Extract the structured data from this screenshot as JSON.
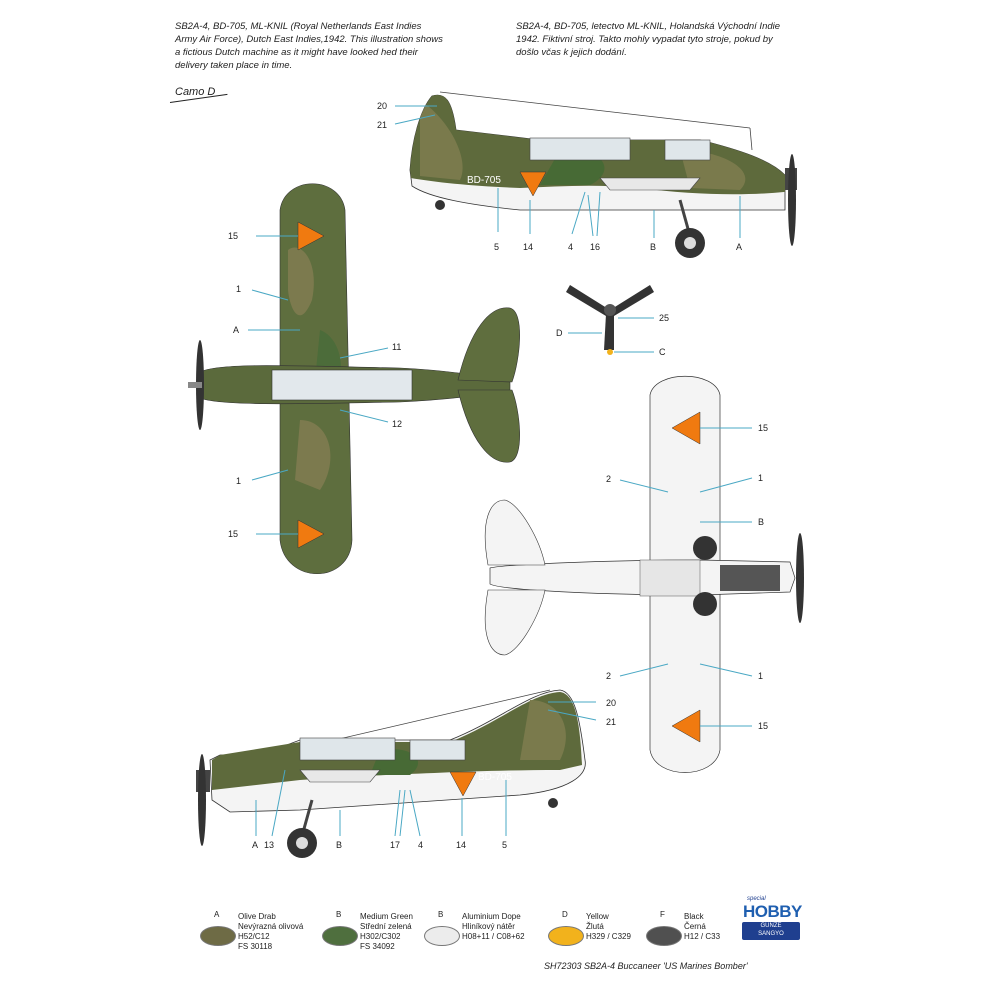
{
  "caption_en": [
    "SB2A-4, BD-705, ML-KNIL (Royal Netherlands East Indies",
    "Army Air Force), Dutch East Indies,1942. This illustration shows",
    "a fictious Dutch machine as it might have looked hed their",
    "delivery taken place in time."
  ],
  "caption_cz": [
    "SB2A-4, BD-705, letectvo ML-KNIL, Holandská Východní Indie",
    "1942. Fiktivní stroj. Takto mohly vypadat tyto stroje, pokud by",
    "došlo včas k jejich dodání."
  ],
  "camo_label": "Camo D",
  "serial": "BD-705",
  "callouts": {
    "top_side": [
      "20",
      "21",
      "5",
      "14",
      "4",
      "16",
      "B",
      "A"
    ],
    "plan_top": [
      "15",
      "1",
      "A",
      "11",
      "12",
      "1",
      "15"
    ],
    "prop": [
      "D",
      "25",
      "C"
    ],
    "plan_bottom": [
      "15",
      "2",
      "1",
      "B",
      "2",
      "1",
      "15"
    ],
    "bottom_side": [
      "20",
      "21",
      "A",
      "13",
      "B",
      "17",
      "4",
      "14",
      "5"
    ]
  },
  "colors": {
    "olive_drab": "#6e6b45",
    "medium_green": "#4f6f3e",
    "aluminium": "#ececec",
    "yellow": "#f2b21c",
    "black": "#505050",
    "orange": "#f07a10",
    "leader": "#4aa8c4"
  },
  "legend": [
    {
      "key": "A",
      "lines": [
        "Olive Drab",
        "Nevýrazná olivová",
        "H52/C12",
        "FS 30118"
      ]
    },
    {
      "key": "B",
      "lines": [
        "Medium Green",
        "Střední zelená",
        "H302/C302",
        "FS 34092"
      ]
    },
    {
      "key": "B",
      "lines": [
        "Aluminium Dope",
        "Hliníkový nátěr",
        "H08+11 / C08+62"
      ]
    },
    {
      "key": "D",
      "lines": [
        "Yellow",
        "Žlutá",
        "H329 / C329"
      ]
    },
    {
      "key": "F",
      "lines": [
        "Black",
        "Černá",
        "H12 / C33"
      ]
    }
  ],
  "logo_hobby_top": "special",
  "logo_hobby_main": "HOBBY",
  "logo_gunze": [
    "GUNZE",
    "SANGYO"
  ],
  "footer": "SH72303  SB2A-4 Buccaneer 'US Marines Bomber'"
}
